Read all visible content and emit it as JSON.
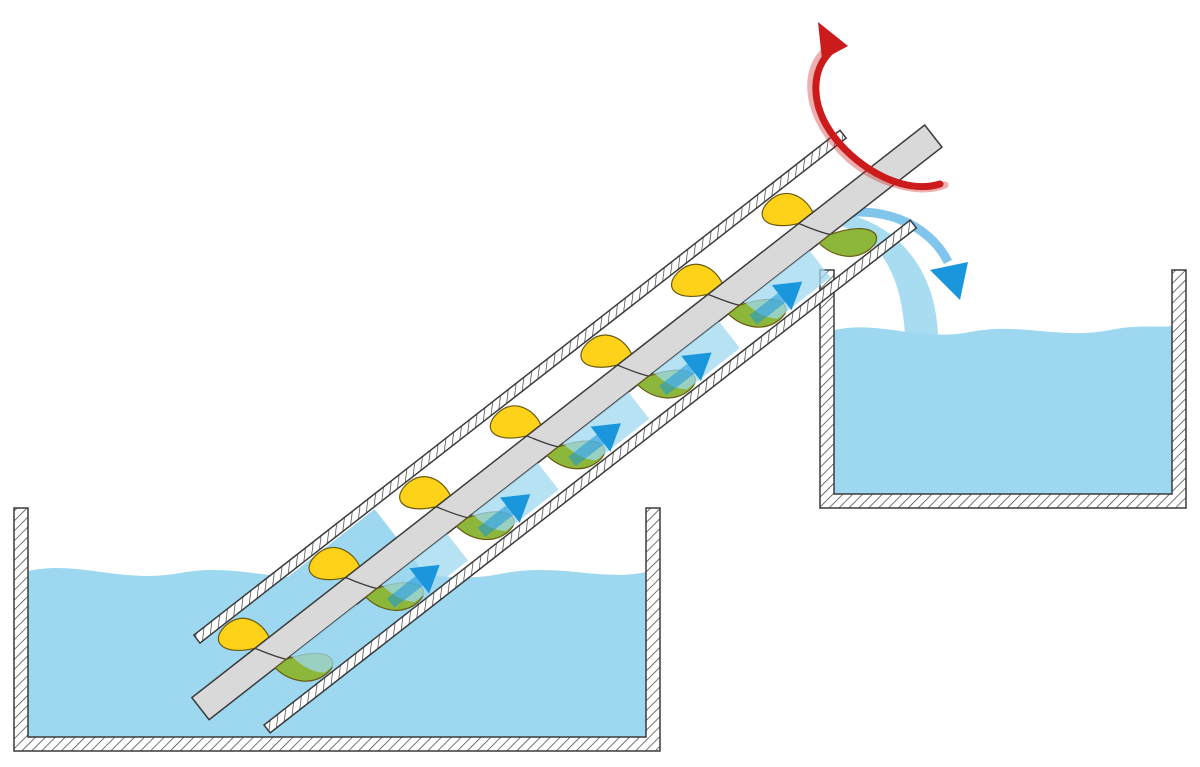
{
  "diagram": {
    "subject": "archimedes-screw-pump",
    "colors": {
      "water": "#9dd8f0",
      "water_arrow": "#1a96dc",
      "blade_upper": "#fdd219",
      "blade_lower": "#8db73a",
      "blade_edge": "#6a5a10",
      "shaft": "#d9d9d9",
      "outline": "#3a3a3a",
      "rotation_arrow": "#cc1b1b"
    },
    "blade_turns": 7,
    "flow_arrows": 5
  }
}
